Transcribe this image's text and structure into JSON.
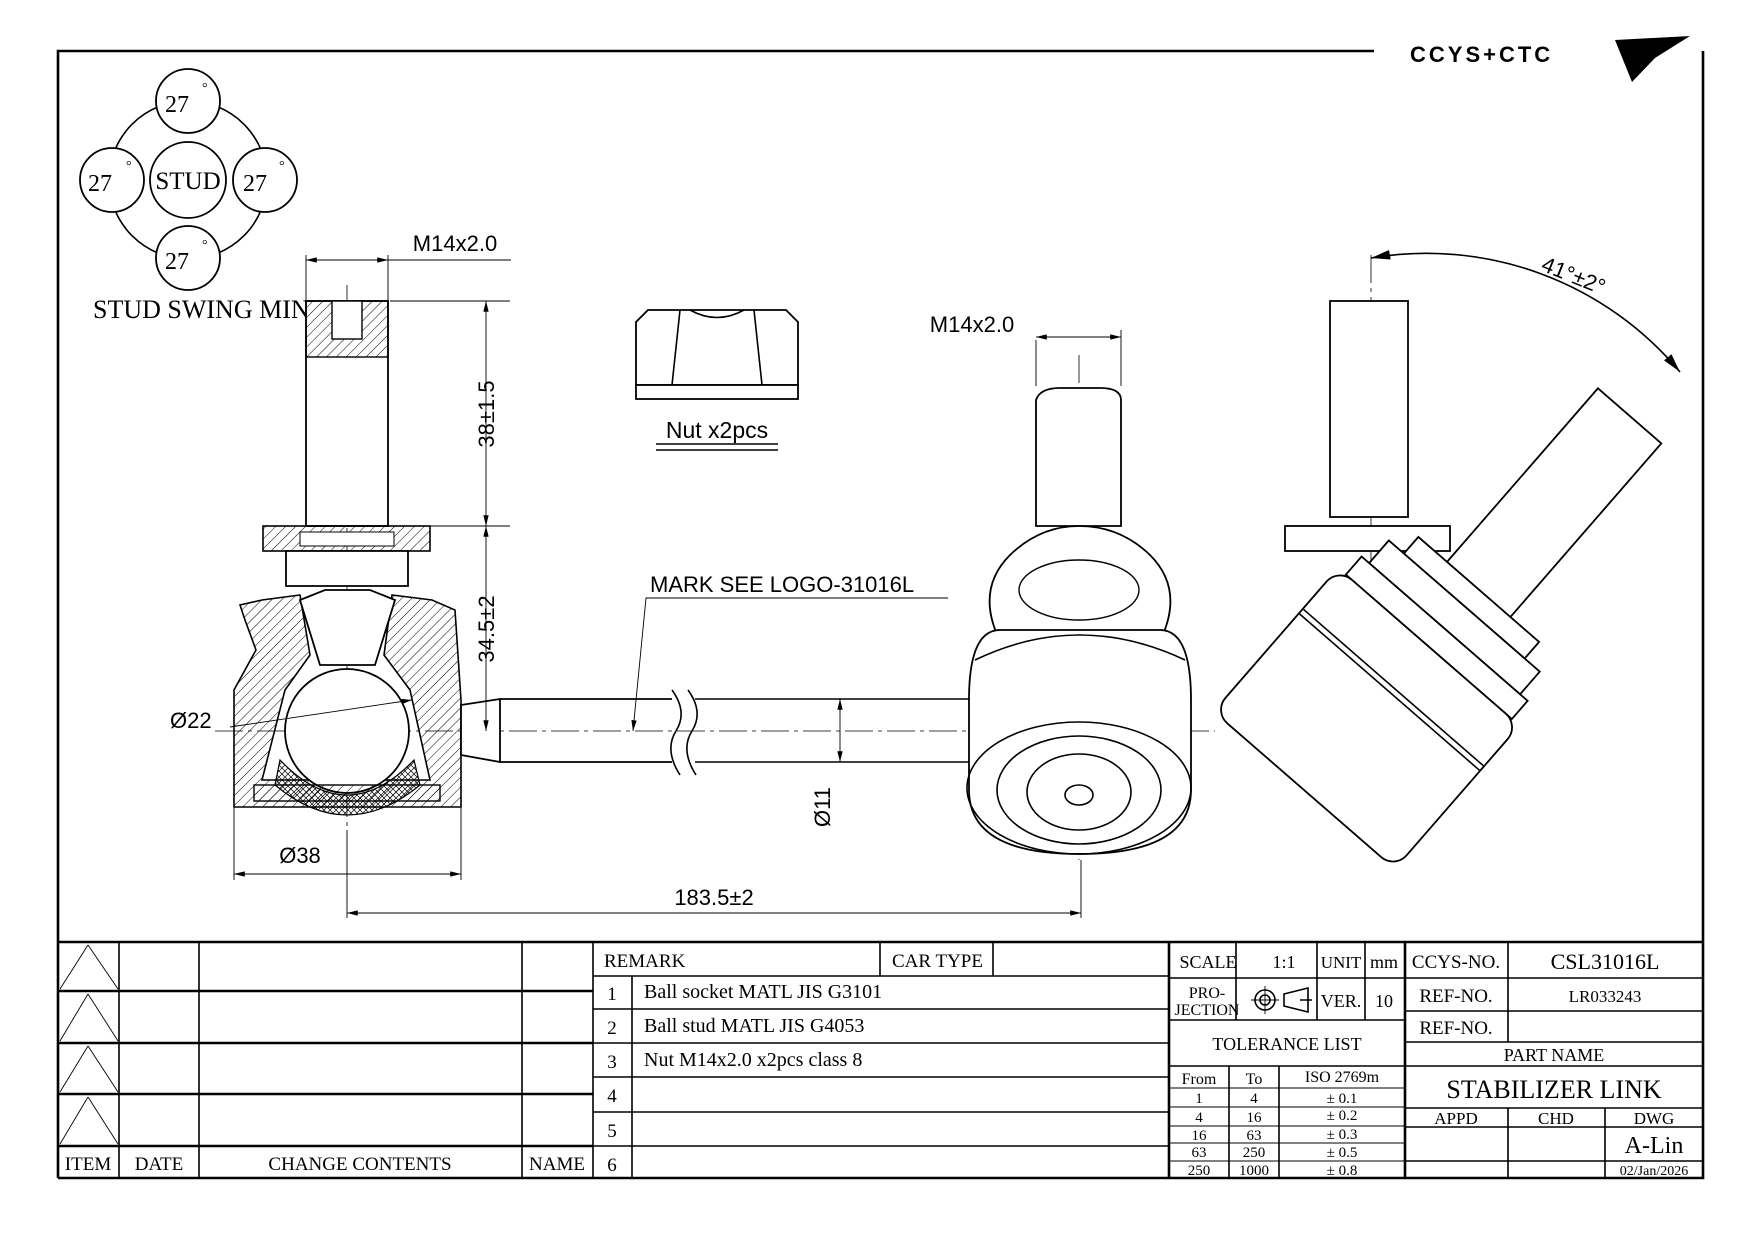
{
  "logo": {
    "text": "CCYS+CTC"
  },
  "swing": {
    "stud_label": "STUD",
    "angles": [
      "27",
      "27",
      "27",
      "27"
    ],
    "degree_mark": "°",
    "title": "STUD SWING MIN"
  },
  "dimensions": {
    "thread_left": "M14x2.0",
    "thread_right": "M14x2.0",
    "stud_length": "38±1.5",
    "height": "34.5±2",
    "ball_dia": "Ø22",
    "socket_dia": "Ø38",
    "rod_dia": "Ø11",
    "center_length": "183.5±2",
    "swing_angle": "41°±2°"
  },
  "annotations": {
    "mark": "MARK SEE LOGO-31016L",
    "nut": "Nut x2pcs"
  },
  "revision_table": {
    "headers": {
      "item": "ITEM",
      "date": "DATE",
      "contents": "CHANGE CONTENTS",
      "name": "NAME"
    }
  },
  "remarks": {
    "header": "REMARK",
    "car_type_label": "CAR TYPE",
    "car_type": "",
    "rows": [
      {
        "no": "1",
        "text": "Ball socket MATL JIS G3101"
      },
      {
        "no": "2",
        "text": "Ball stud MATL JIS G4053"
      },
      {
        "no": "3",
        "text": "Nut M14x2.0 x2pcs class 8"
      },
      {
        "no": "4",
        "text": ""
      },
      {
        "no": "5",
        "text": ""
      },
      {
        "no": "6",
        "text": ""
      }
    ]
  },
  "title_block": {
    "scale_label": "SCALE",
    "scale": "1:1",
    "unit_label": "UNIT",
    "unit": "mm",
    "projection_label_1": "PRO-",
    "projection_label_2": "JECTION",
    "ver_label": "VER.",
    "ver": "10",
    "tolerance_title": "TOLERANCE LIST",
    "tolerance_headers": {
      "from": "From",
      "to": "To",
      "std": "ISO 2769m"
    },
    "tolerance_rows": [
      {
        "from": "1",
        "to": "4",
        "tol": "± 0.1"
      },
      {
        "from": "4",
        "to": "16",
        "tol": "± 0.2"
      },
      {
        "from": "16",
        "to": "63",
        "tol": "± 0.3"
      },
      {
        "from": "63",
        "to": "250",
        "tol": "± 0.5"
      },
      {
        "from": "250",
        "to": "1000",
        "tol": "± 0.8"
      }
    ],
    "ccys_no_label": "CCYS-NO.",
    "ccys_no": "CSL31016L",
    "ref_no_label": "REF-NO.",
    "ref_no": "LR033243",
    "ref_no2_label": "REF-NO.",
    "ref_no2": "",
    "part_name_label": "PART NAME",
    "part_name": "STABILIZER LINK",
    "appd_label": "APPD",
    "chd_label": "CHD",
    "dwg_label": "DWG",
    "drawn_by": "A-Lin",
    "date": "02/Jan/2026"
  }
}
